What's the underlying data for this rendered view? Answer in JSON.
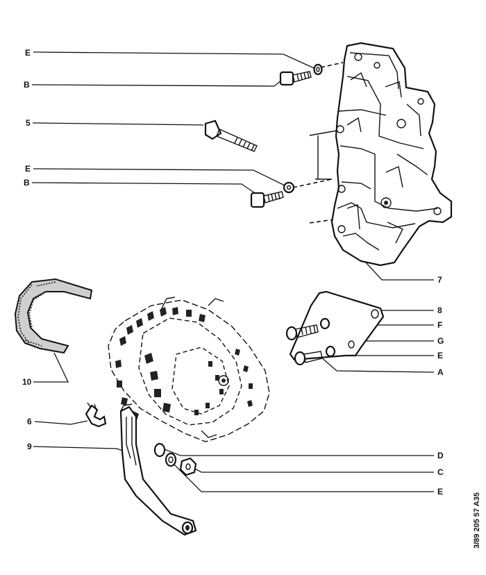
{
  "callouts": {
    "E_top": "E",
    "B_top": "B",
    "n5": "5",
    "E_mid": "E",
    "B_mid": "B",
    "n7": "7",
    "n8": "8",
    "F": "F",
    "G": "G",
    "E_right": "E",
    "A": "A",
    "n10": "10",
    "n6": "6",
    "n9": "9",
    "D": "D",
    "C": "C",
    "E_bottom": "E"
  },
  "reference": "3/89 205 57 A35"
}
